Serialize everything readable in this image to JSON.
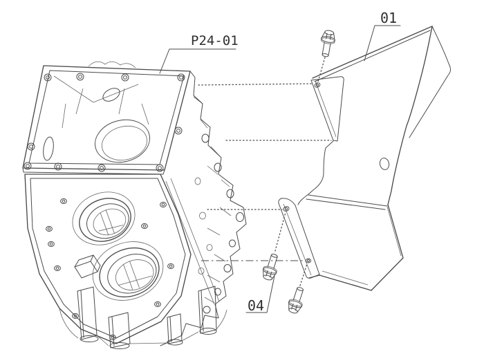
{
  "callouts": {
    "gasket_face": "P24-01",
    "cover_panel": "01",
    "bolts": "04"
  },
  "colors": {
    "background": "#ffffff",
    "line": "#4a4a4a",
    "text": "#2e2e2e"
  }
}
